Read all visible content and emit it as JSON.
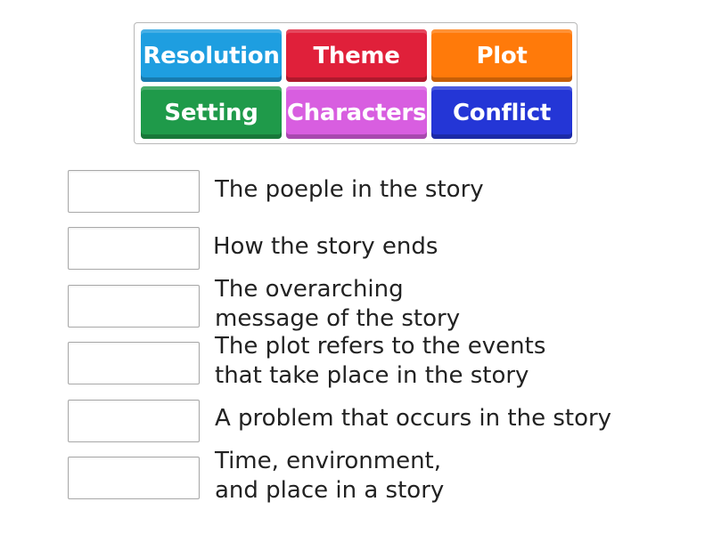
{
  "tiles": [
    {
      "label": "Resolution",
      "color": "#1e9ee0"
    },
    {
      "label": "Theme",
      "color": "#e0203a"
    },
    {
      "label": "Plot",
      "color": "#ff7a0a"
    },
    {
      "label": "Setting",
      "color": "#1f9a4a"
    },
    {
      "label": "Characters",
      "color": "#d85ee0"
    },
    {
      "label": "Conflict",
      "color": "#2436d6"
    }
  ],
  "definitions": [
    {
      "line1": "The poeple in the story",
      "line2": ""
    },
    {
      "line1": "How the story ends",
      "line2": ""
    },
    {
      "line1": "The overarching",
      "line2": "message of the story"
    },
    {
      "line1": "The plot refers to the events",
      "line2": "that take place in the story"
    },
    {
      "line1": "A problem that occurs in the story",
      "line2": ""
    },
    {
      "line1": "Time, environment,",
      "line2": "and place in a story"
    }
  ]
}
